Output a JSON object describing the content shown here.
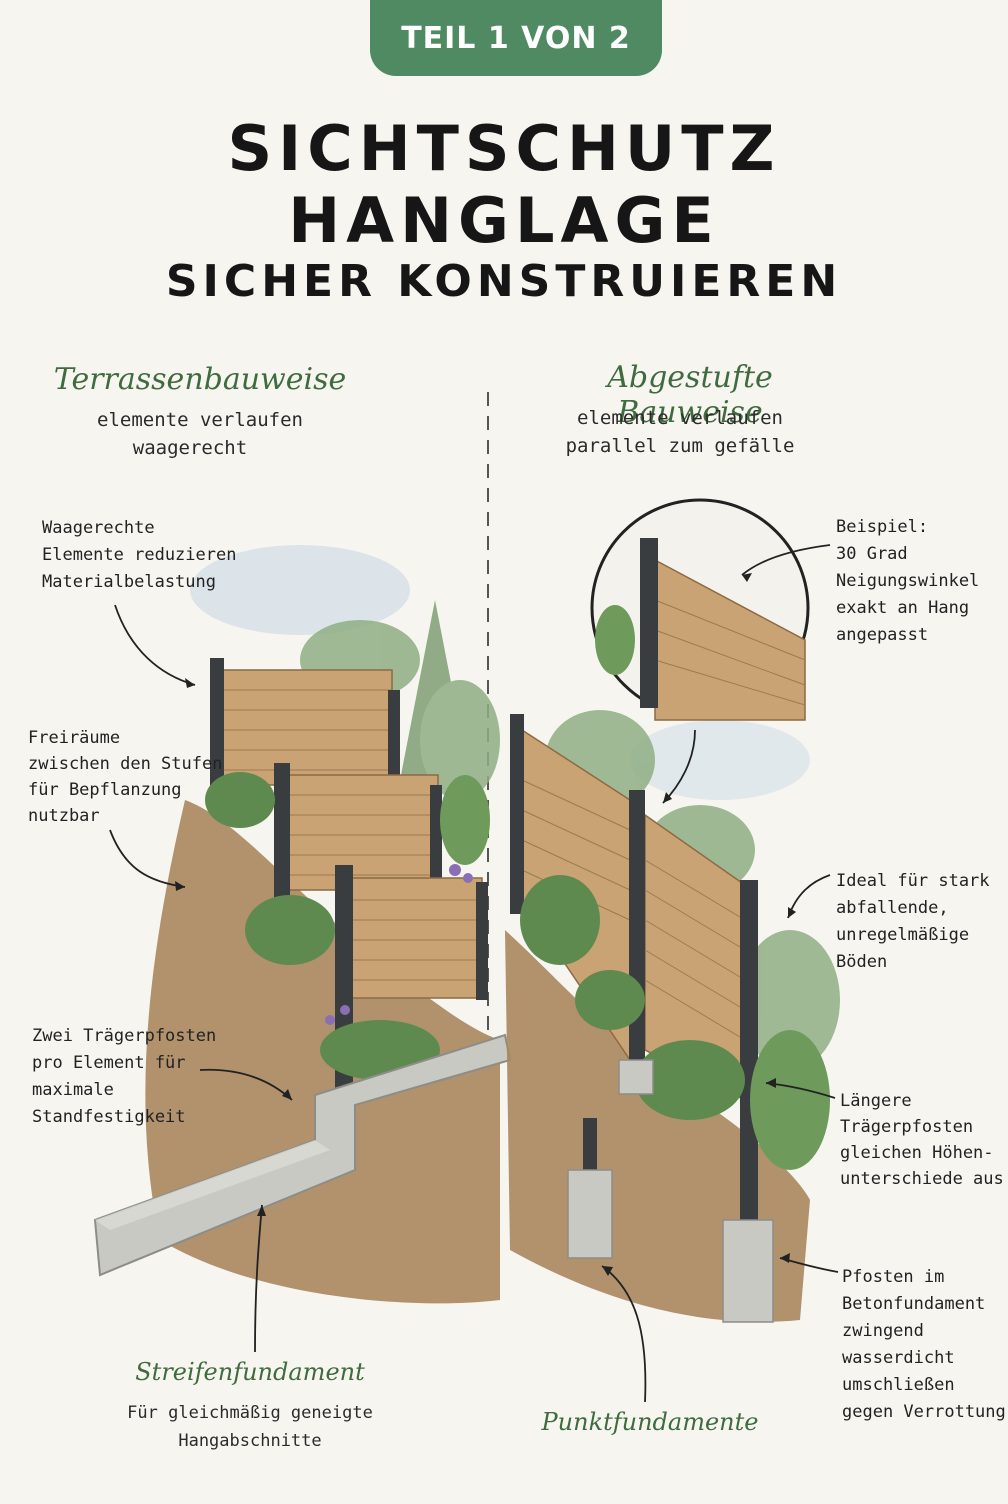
{
  "badge": "TEIL 1 VON 2",
  "title": {
    "line1": "SICHTSCHUTZ",
    "line2": "HANGLAGE",
    "line3": "SICHER KONSTRUIEREN"
  },
  "left": {
    "heading": "Terrassenbauweise",
    "subline1": "elemente verlaufen",
    "subline2": "waagerecht",
    "note_top": "Waagerechte\nElemente reduzieren\nMaterialbelastung",
    "note_middle": "Freiräume\nzwischen den Stufen\nfür Bepflanzung\nnutzbar",
    "note_posts": "Zwei Trägerpfosten\npro Element für\nmaximale\nStandfestigkeit",
    "foundation_label": "Streifenfundament",
    "foundation_sub1": "Für gleichmäßig geneigte",
    "foundation_sub2": "Hangabschnitte"
  },
  "right": {
    "heading": "Abgestufte Bauweise",
    "subline1": "elemente verlaufen",
    "subline2": "parallel zum gefälle",
    "note_example": "Beispiel:\n30 Grad\nNeigungswinkel\nexakt an Hang\nangepasst",
    "note_ideal": "Ideal für stark\nabfallende,\nunregelmäßige\nBöden",
    "note_posts": "Längere\nTrägerpfosten\ngleichen Höhen-\nunterschiede aus",
    "note_foundation": "Pfosten im\nBetonfundament\nzwingend\nwasserdicht\numschließen\ngegen Verrottung",
    "foundation_label": "Punktfundamente"
  },
  "colors": {
    "accent": "#4f8a63",
    "heading_green": "#3f6b3f",
    "wood": "#c9a373",
    "post": "#3a3d40",
    "concrete": "#c9c9c4",
    "soil": "#9b7b55"
  }
}
